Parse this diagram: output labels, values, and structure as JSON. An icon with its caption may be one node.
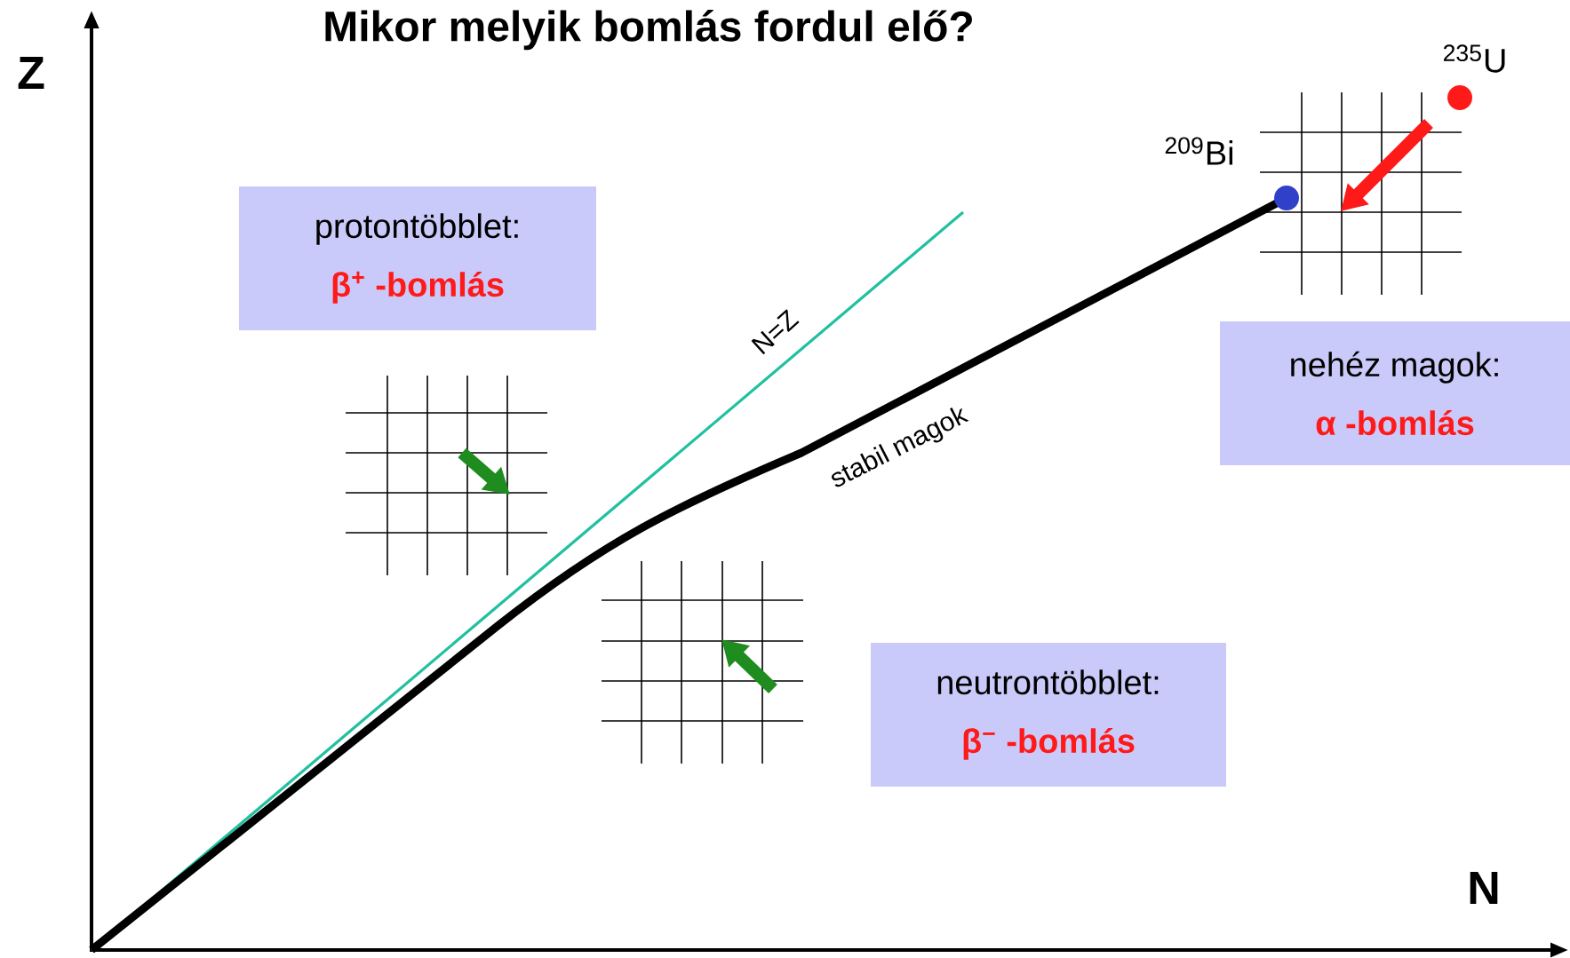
{
  "diagram": {
    "title": "Mikor melyik bomlás fordul elő?",
    "nodes": [
      {
        "text": [
          "protontöbblet:",
          "β$^{+}$ -bomlás"
        ]
      },
      {
        "text": [
          "nehéz magok:",
          "α -bomlás"
        ]
      },
      {
        "text": [
          "neutrontöbblet:",
          "β$^{−}$ -bomlás"
        ]
      }
    ],
    "labels": [
      "Z",
      "N",
      "N=Z",
      "stabil magok",
      "$^{209}$Bi",
      "$^{235}$U"
    ]
  }
}
